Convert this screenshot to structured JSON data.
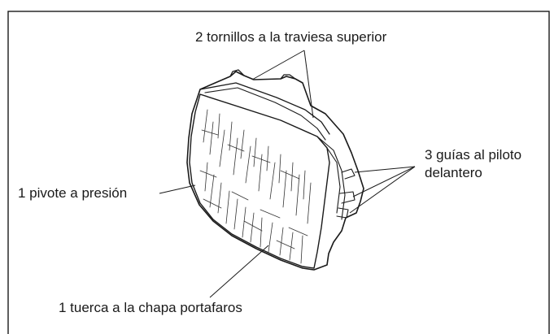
{
  "diagram": {
    "labels": {
      "top_screws": "2 tornillos a la traviesa superior",
      "right_guides_line1": "3 guías al piloto",
      "right_guides_line2": "delantero",
      "left_pivot": "1 pivote a presión",
      "bottom_nut": "1 tuerca a la chapa portafaros"
    },
    "colors": {
      "ink": "#1a1a1a",
      "background": "#ffffff"
    },
    "illustration": "headlamp-unit"
  }
}
